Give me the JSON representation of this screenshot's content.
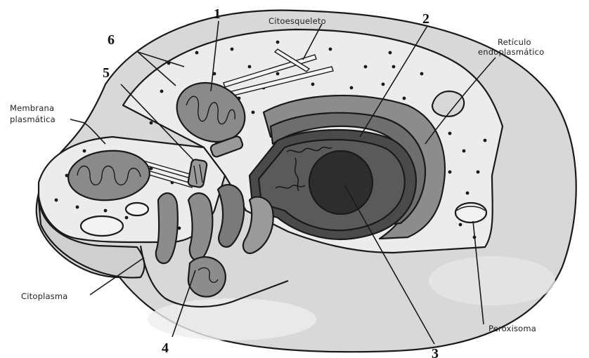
{
  "diagram": {
    "labels": {
      "citoesqueleto": "Citoesqueleto",
      "reticulo_line1": "Retículo",
      "reticulo_line2": "endoplasmático",
      "membrana_line1": "Membrana",
      "membrana_line2": "plasmática",
      "citoplasma": "Citoplasma",
      "peroxisoma": "Peroxisoma"
    },
    "numbers": [
      "1",
      "2",
      "3",
      "4",
      "5",
      "6"
    ],
    "colors": {
      "outer_shadow": "#d6d6d6",
      "cytoplasm": "#ececec",
      "nucleus_dark": "#3c3c3c",
      "nucleolus": "#2a2a2a",
      "organelle_mid": "#7a7a7a",
      "er_gray": "#8c8c8c",
      "outline": "#1a1a1a"
    }
  }
}
